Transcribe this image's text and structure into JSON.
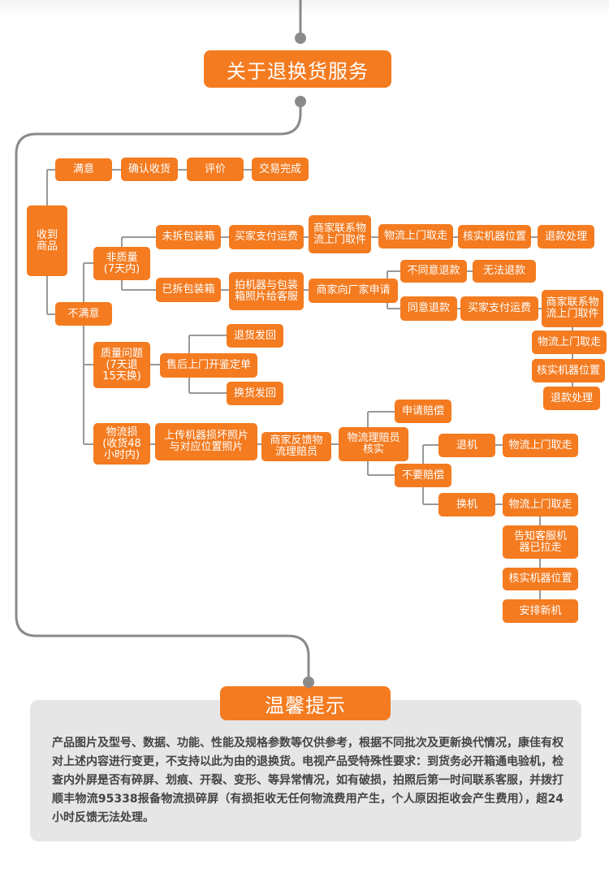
{
  "header": {
    "title": "关于退换货服务"
  },
  "flow": {
    "nodes": [
      {
        "id": "n-receive",
        "label": "收到\n商品"
      },
      {
        "id": "n-satisfied",
        "label": "满意"
      },
      {
        "id": "n-confirm",
        "label": "确认收货"
      },
      {
        "id": "n-review",
        "label": "评价"
      },
      {
        "id": "n-complete",
        "label": "交易完成"
      },
      {
        "id": "n-unsatisfied",
        "label": "不满意"
      },
      {
        "id": "n-nonquality",
        "label": "非质量\n(7天内)"
      },
      {
        "id": "n-unopened",
        "label": "未拆包装箱"
      },
      {
        "id": "n-buyer-pay1",
        "label": "买家支付运费"
      },
      {
        "id": "n-merchant-logi1",
        "label": "商家联系物\n流上门取件"
      },
      {
        "id": "n-pickup1",
        "label": "物流上门取走"
      },
      {
        "id": "n-verify1",
        "label": "核实机器位置"
      },
      {
        "id": "n-refund1",
        "label": "退款处理"
      },
      {
        "id": "n-opened",
        "label": "已拆包装箱"
      },
      {
        "id": "n-photo-cs",
        "label": "拍机器与包装\n箱照片给客服"
      },
      {
        "id": "n-apply-factory",
        "label": "商家向厂家申请"
      },
      {
        "id": "n-disagree",
        "label": "不同意退款"
      },
      {
        "id": "n-no-refund",
        "label": "无法退款"
      },
      {
        "id": "n-agree",
        "label": "同意退款"
      },
      {
        "id": "n-buyer-pay2",
        "label": "买家支付运费"
      },
      {
        "id": "n-merchant-logi2",
        "label": "商家联系物\n流上门取件"
      },
      {
        "id": "n-pickup2",
        "label": "物流上门取走"
      },
      {
        "id": "n-verify2",
        "label": "核实机器位置"
      },
      {
        "id": "n-refund2",
        "label": "退款处理"
      },
      {
        "id": "n-quality",
        "label": "质量问题\n(7天退\n15天换)"
      },
      {
        "id": "n-aftersale",
        "label": "售后上门开鉴定单"
      },
      {
        "id": "n-return-back",
        "label": "退货发回"
      },
      {
        "id": "n-exchange-back",
        "label": "换货发回"
      },
      {
        "id": "n-logistics-dmg",
        "label": "物流损\n(收货48\n小时内)"
      },
      {
        "id": "n-upload",
        "label": "上传机器损坏照片\n与对应位置照片"
      },
      {
        "id": "n-merchant-feedback",
        "label": "商家反馈物\n流理赔员"
      },
      {
        "id": "n-adjuster",
        "label": "物流理赔员\n核实"
      },
      {
        "id": "n-claim",
        "label": "申请赔偿"
      },
      {
        "id": "n-no-claim",
        "label": "不要赔偿"
      },
      {
        "id": "n-return-machine",
        "label": "退机"
      },
      {
        "id": "n-pickup3",
        "label": "物流上门取走"
      },
      {
        "id": "n-exchange-machine",
        "label": "换机"
      },
      {
        "id": "n-pickup4",
        "label": "物流上门取走"
      },
      {
        "id": "n-notify-cs",
        "label": "告知客服机\n器已拉走"
      },
      {
        "id": "n-verify3",
        "label": "核实机器位置"
      },
      {
        "id": "n-new-machine",
        "label": "安排新机"
      }
    ]
  },
  "tips": {
    "title": "温馨提示",
    "text": "产品图片及型号、数据、功能、性能及规格参数等仅供参考，根据不同批次及更新换代情况，康佳有权对上述内容进行变更，不支持以此为由的退换货。电视产品受特殊性要求：到货务必开箱通电验机，检查内外屏是否有碎屏、划痕、开裂、变形、等异常情况，如有破损，拍照后第一时间联系客服，并拨打顺丰物流95338报备物流损碎屏（有损拒收无任何物流费用产生，个人原因拒收会产生费用），超24小时反馈无法处理。"
  },
  "colors": {
    "accent": "#f47b20",
    "line": "#8a8a8a",
    "panel": "#e6e6e6"
  }
}
